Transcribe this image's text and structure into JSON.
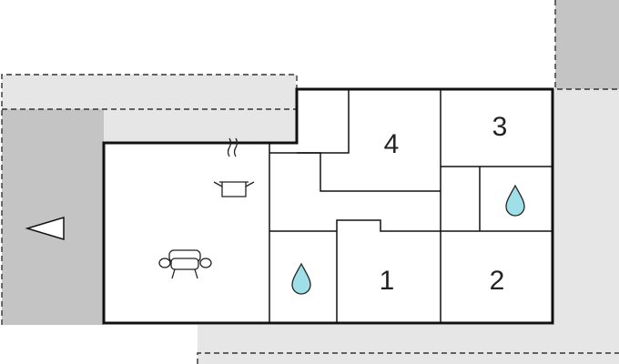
{
  "floorplan": {
    "colors": {
      "terrace_light": "#e6e6e6",
      "terrace_dark": "#c4c4c4",
      "walls": "#111111",
      "water": "#9fdfe8"
    },
    "rooms": [
      {
        "id": "bedroom-1",
        "label": "1"
      },
      {
        "id": "bedroom-2",
        "label": "2"
      },
      {
        "id": "bedroom-3",
        "label": "3"
      },
      {
        "id": "bedroom-4",
        "label": "4"
      }
    ],
    "icons": [
      "kitchen-pot-icon",
      "sofa-icon",
      "water-drop-icon",
      "entrance-arrow-icon"
    ]
  }
}
